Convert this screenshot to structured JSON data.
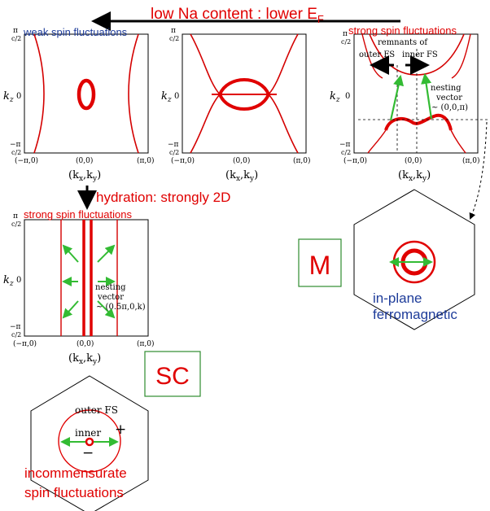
{
  "header": {
    "title_main": "low Na content : lower E",
    "title_sub": "F"
  },
  "panels": {
    "p1": {
      "caption": "weak spin fluctuations"
    },
    "p3": {
      "caption": "strong spin fluctuations",
      "remnants": "remnants of",
      "outer": "outer FS",
      "inner": "inner FS",
      "nesting": "nesting",
      "vector": "vector",
      "vector_val": "~ (0,0,π)"
    },
    "p4": {
      "caption": "strong spin fluctuations",
      "nesting": "nesting",
      "vector": "vector",
      "vector_val": "~ (0.5π,0,k)"
    }
  },
  "axes": {
    "pi": "π",
    "c2": "c/2",
    "minus_pi": "−π",
    "kz": "k",
    "kz_sub": "z",
    "zero": "0",
    "xl": "(−π,0)",
    "xm": "(0,0)",
    "xr": "(π,0)",
    "kxky": "(k",
    "kx_sub": "x",
    "comma_k": ",k",
    "ky_sub": "y",
    "close": ")"
  },
  "annotations": {
    "hydration": "hydration: strongly 2D",
    "M": "M",
    "SC": "SC",
    "inplane_1": "in-plane",
    "inplane_2": "ferromagnetic",
    "outer_fs": "outer FS",
    "inner": "inner",
    "plus": "+",
    "minus": "−",
    "incomm_1": "incommensurate",
    "incomm_2": "spin fluctuations"
  },
  "colors": {
    "red": "#e00000",
    "fs_red": "#d40000",
    "green": "#33bb33",
    "blue": "#1e3c9a",
    "box_green": "#2e8b2e"
  }
}
